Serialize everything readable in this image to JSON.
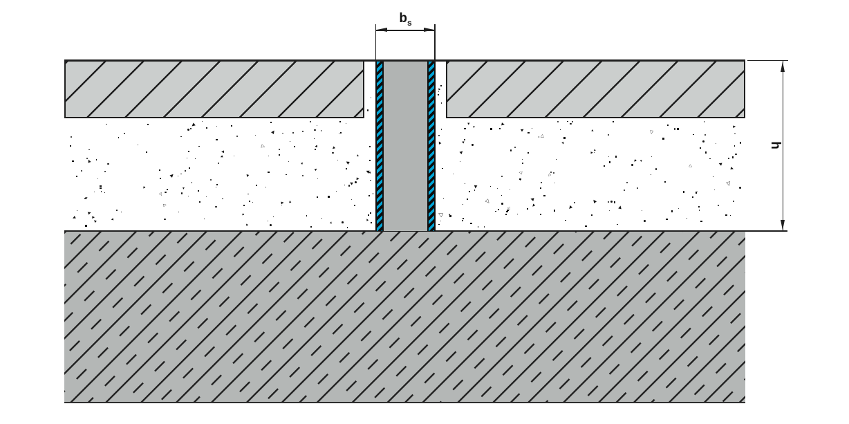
{
  "drawing": {
    "type": "construction-joint-section-detail",
    "labels": {
      "bs_base": "b",
      "bs_sub": "s",
      "h": "h"
    },
    "colors": {
      "background": "#ffffff",
      "line_black": "#1f1f1f",
      "screed_fill": "#cbcecd",
      "joint_filler_fill": "#b1b4b3",
      "base_layer_fill": "#b4b7b6",
      "edge_strip_blue": "#00a4d6",
      "stipple_mark": "#141414"
    }
  }
}
